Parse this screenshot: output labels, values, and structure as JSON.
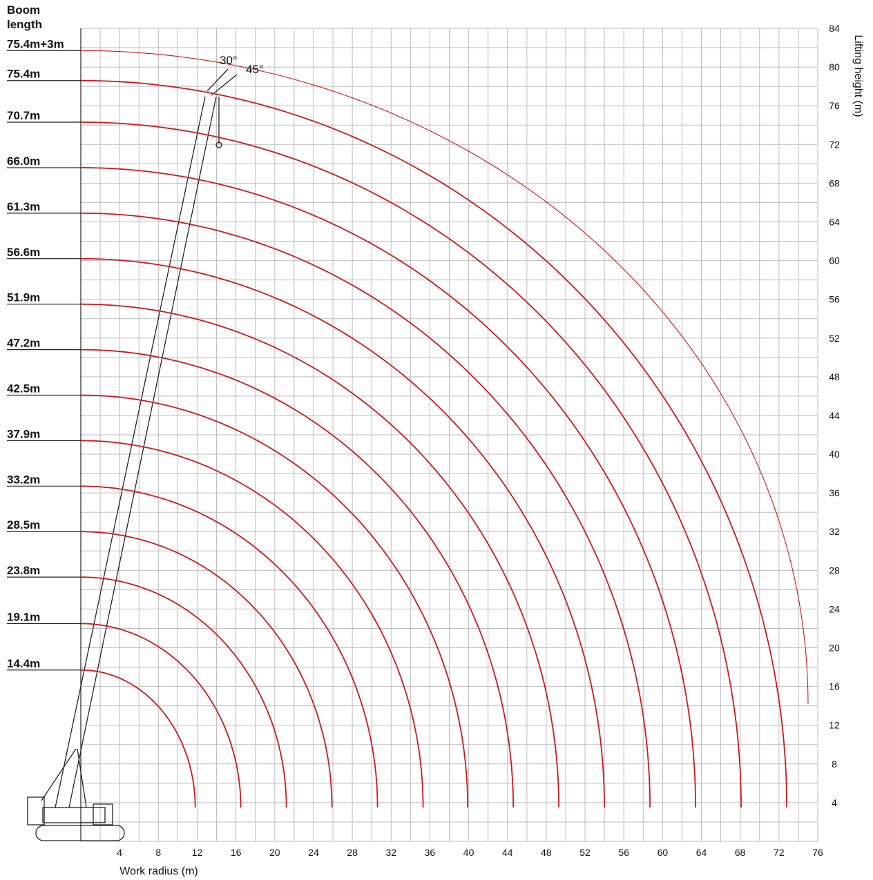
{
  "chart_data": {
    "type": "line",
    "title": "",
    "boom_header": [
      "Boom",
      "length"
    ],
    "xlabel": "Work radius (m)",
    "ylabel": "Lifting height (m)",
    "xlim": [
      0,
      76
    ],
    "ylim": [
      0,
      84
    ],
    "x_ticks": [
      4,
      8,
      12,
      16,
      20,
      24,
      28,
      32,
      36,
      40,
      44,
      48,
      52,
      56,
      60,
      64,
      68,
      72,
      76
    ],
    "y_ticks": [
      4,
      8,
      12,
      16,
      20,
      24,
      28,
      32,
      36,
      40,
      44,
      48,
      52,
      56,
      60,
      64,
      68,
      72,
      76,
      80,
      84
    ],
    "grid": true,
    "series_color": "#d7141a",
    "series": [
      {
        "name": "14.4m",
        "start_y": 17.7,
        "end_x": 11.8,
        "end_y": 3.5
      },
      {
        "name": "19.1m",
        "start_y": 22.5,
        "end_x": 16.5,
        "end_y": 3.5
      },
      {
        "name": "23.8m",
        "start_y": 27.3,
        "end_x": 21.2,
        "end_y": 3.5
      },
      {
        "name": "28.5m",
        "start_y": 32.0,
        "end_x": 25.9,
        "end_y": 3.5
      },
      {
        "name": "33.2m",
        "start_y": 36.7,
        "end_x": 30.6,
        "end_y": 3.5
      },
      {
        "name": "37.9m",
        "start_y": 41.4,
        "end_x": 35.3,
        "end_y": 3.5
      },
      {
        "name": "42.5m",
        "start_y": 46.1,
        "end_x": 39.9,
        "end_y": 3.5
      },
      {
        "name": "47.2m",
        "start_y": 50.8,
        "end_x": 44.6,
        "end_y": 3.5
      },
      {
        "name": "51.9m",
        "start_y": 55.5,
        "end_x": 49.3,
        "end_y": 3.5
      },
      {
        "name": "56.6m",
        "start_y": 60.2,
        "end_x": 54.0,
        "end_y": 3.5
      },
      {
        "name": "61.3m",
        "start_y": 64.9,
        "end_x": 58.7,
        "end_y": 3.5
      },
      {
        "name": "66.0m",
        "start_y": 69.6,
        "end_x": 63.4,
        "end_y": 3.5
      },
      {
        "name": "70.7m",
        "start_y": 74.3,
        "end_x": 68.1,
        "end_y": 3.5
      },
      {
        "name": "75.4m",
        "start_y": 78.6,
        "end_x": 72.8,
        "end_y": 3.5
      },
      {
        "name": "75.4m+3m",
        "start_y": 81.7,
        "end_x": 75.0,
        "end_y": 14.2
      }
    ],
    "annotations": [
      "30°",
      "45°"
    ]
  }
}
